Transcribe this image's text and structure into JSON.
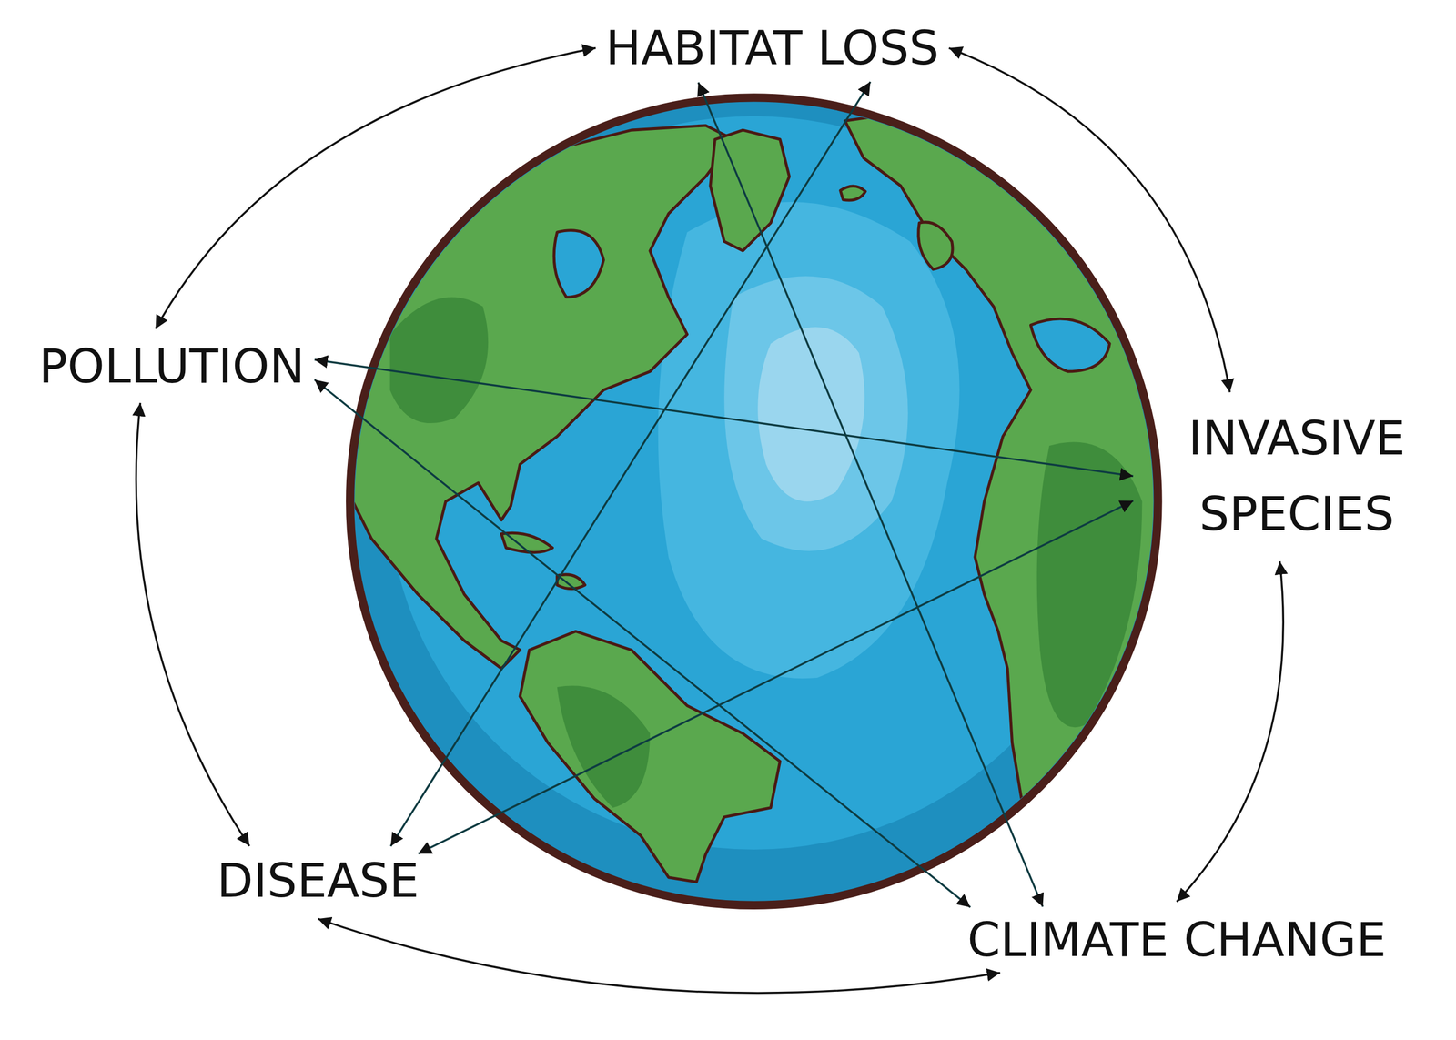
{
  "diagram": {
    "nodes": [
      {
        "text": [
          "HABITAT LOSS"
        ]
      },
      {
        "text": [
          "POLLUTION"
        ]
      },
      {
        "text": [
          "INVASIVE SPECIES"
        ]
      },
      {
        "text": [
          "DISEASE"
        ]
      },
      {
        "text": [
          "CLIMATE CHANGE"
        ]
      }
    ],
    "edges": [
      {
        "from": 0,
        "to": 1,
        "arrow": "both"
      },
      {
        "from": 0,
        "to": 2,
        "arrow": "both"
      },
      {
        "from": 1,
        "to": 3,
        "arrow": "both"
      },
      {
        "from": 2,
        "to": 4,
        "arrow": "both"
      },
      {
        "from": 3,
        "to": 4,
        "arrow": "both"
      },
      {
        "from": 1,
        "to": 2,
        "arrow": "both"
      },
      {
        "from": 1,
        "to": 4,
        "arrow": "both"
      },
      {
        "from": 0,
        "to": 4,
        "arrow": "both"
      },
      {
        "from": 0,
        "to": 3,
        "arrow": "both"
      },
      {
        "from": 2,
        "to": 3,
        "arrow": "both"
      }
    ]
  }
}
